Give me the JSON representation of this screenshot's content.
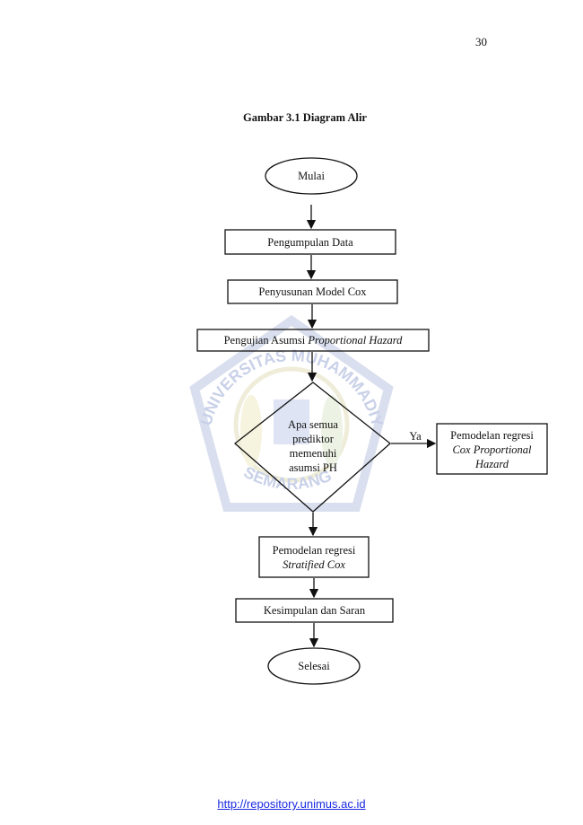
{
  "page": {
    "number": "30"
  },
  "figure": {
    "title": "Gambar 3.1 Diagram Alir"
  },
  "watermark": {
    "text_top": "UNIVERSITAS MUHAMMADIYAH",
    "text_bottom": "SEMARANG"
  },
  "flowchart": {
    "start": "Mulai",
    "step1": "Pengumpulan Data",
    "step2": "Penyusunan Model Cox",
    "step3_normal": "Pengujian Asumsi ",
    "step3_italic": "Proportional Hazard",
    "decision": [
      "Apa semua",
      "prediktor",
      "memenuhi",
      "asumsi PH"
    ],
    "yes_label": "Ya",
    "yes_branch_line1": "Pemodelan regresi",
    "yes_branch_line2": "Cox Proportional",
    "yes_branch_line3": "Hazard",
    "no_branch_line1": "Pemodelan regresi",
    "no_branch_line2": "Stratified Cox",
    "conclusion": "Kesimpulan dan Saran",
    "end": "Selesai"
  },
  "footer": {
    "link": "http://repository.unimus.ac.id"
  }
}
